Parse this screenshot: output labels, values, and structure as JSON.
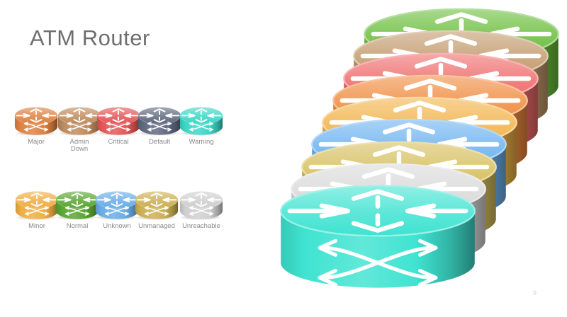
{
  "title": "ATM Router",
  "page_number": "9",
  "colors": {
    "background": "#FFFFFF",
    "title_text": "#6E6E6E",
    "label_text": "#8A8A8A",
    "arrow_glyph": "#FFFFFF"
  },
  "legend": {
    "row1": [
      {
        "name": "major",
        "label": "Major",
        "color": "#DD8040",
        "wrap": false
      },
      {
        "name": "admin-down",
        "label": "Admin Down",
        "color": "#BD8A5C",
        "wrap": true
      },
      {
        "name": "critical",
        "label": "Critical",
        "color": "#E35555",
        "wrap": false
      },
      {
        "name": "default",
        "label": "Default",
        "color": "#5F6880",
        "wrap": false
      },
      {
        "name": "warning",
        "label": "Warning",
        "color": "#3BD6C6",
        "wrap": false
      }
    ],
    "row2": [
      {
        "name": "minor",
        "label": "Minor",
        "color": "#EFAD40",
        "wrap": false
      },
      {
        "name": "normal",
        "label": "Normal",
        "color": "#58A52F",
        "wrap": false
      },
      {
        "name": "unknown",
        "label": "Unknown",
        "color": "#67ACE6",
        "wrap": false
      },
      {
        "name": "unmanaged",
        "label": "Unmanaged",
        "color": "#CBAF52",
        "wrap": false
      },
      {
        "name": "unreachable",
        "label": "Unreachable",
        "color": "#CFCFCF",
        "wrap": false
      }
    ]
  },
  "stack": [
    {
      "name": "normal",
      "color": "#69BD3B"
    },
    {
      "name": "admin-down",
      "color": "#C29A6C"
    },
    {
      "name": "critical",
      "color": "#EF6A6A"
    },
    {
      "name": "major",
      "color": "#F08A3E"
    },
    {
      "name": "minor",
      "color": "#F2B349"
    },
    {
      "name": "unknown",
      "color": "#6DB2EF"
    },
    {
      "name": "unmanaged",
      "color": "#D6BE5C"
    },
    {
      "name": "unreachable",
      "color": "#D9D9D9"
    },
    {
      "name": "warning",
      "color": "#3FE3D1"
    }
  ]
}
